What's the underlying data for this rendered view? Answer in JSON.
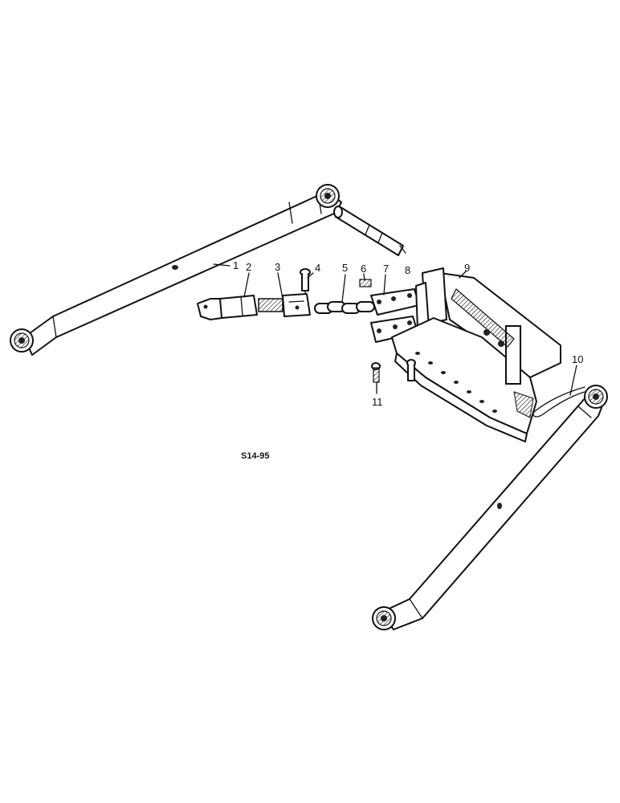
{
  "diagram_code": "S14-95",
  "callouts": [
    "1",
    "2",
    "3",
    "4",
    "5",
    "6",
    "7",
    "8",
    "9",
    "10",
    "11"
  ]
}
